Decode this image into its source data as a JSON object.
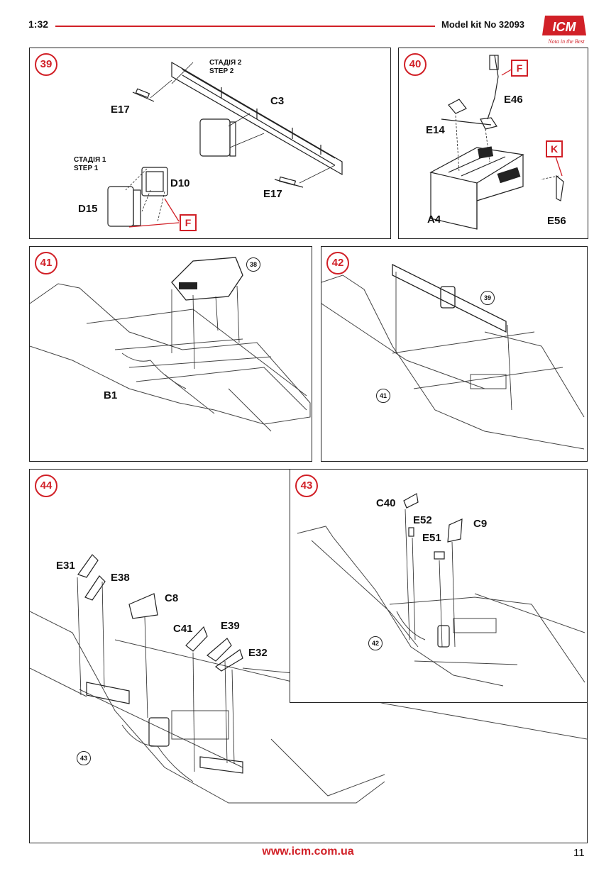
{
  "header": {
    "scale": "1:32",
    "kit": "Model kit No 32093"
  },
  "logo": {
    "brand": "ICM",
    "tagline": "Nota in the Best"
  },
  "footer": {
    "url": "www.icm.com.ua",
    "page": "11"
  },
  "callout": "F",
  "callout_k": "K",
  "steps": {
    "s39": {
      "num": "39",
      "stage2_ua": "СТАДІЯ 2",
      "stage2_en": "STEP 2",
      "stage1_ua": "СТАДІЯ 1",
      "stage1_en": "STEP 1",
      "parts": [
        "E17",
        "C3",
        "D10",
        "D15",
        "E17"
      ]
    },
    "s40": {
      "num": "40",
      "parts": [
        "E46",
        "E14",
        "A4",
        "E56"
      ]
    },
    "s41": {
      "num": "41",
      "ref": "38",
      "parts": [
        "B1"
      ]
    },
    "s42": {
      "num": "42",
      "ref_top": "39",
      "ref_bottom": "41"
    },
    "s43": {
      "num": "43",
      "ref": "42",
      "parts": [
        "C40",
        "E52",
        "C9",
        "E51"
      ]
    },
    "s44": {
      "num": "44",
      "ref": "43",
      "parts": [
        "E31",
        "E38",
        "C8",
        "C41",
        "E39",
        "E32"
      ]
    }
  }
}
